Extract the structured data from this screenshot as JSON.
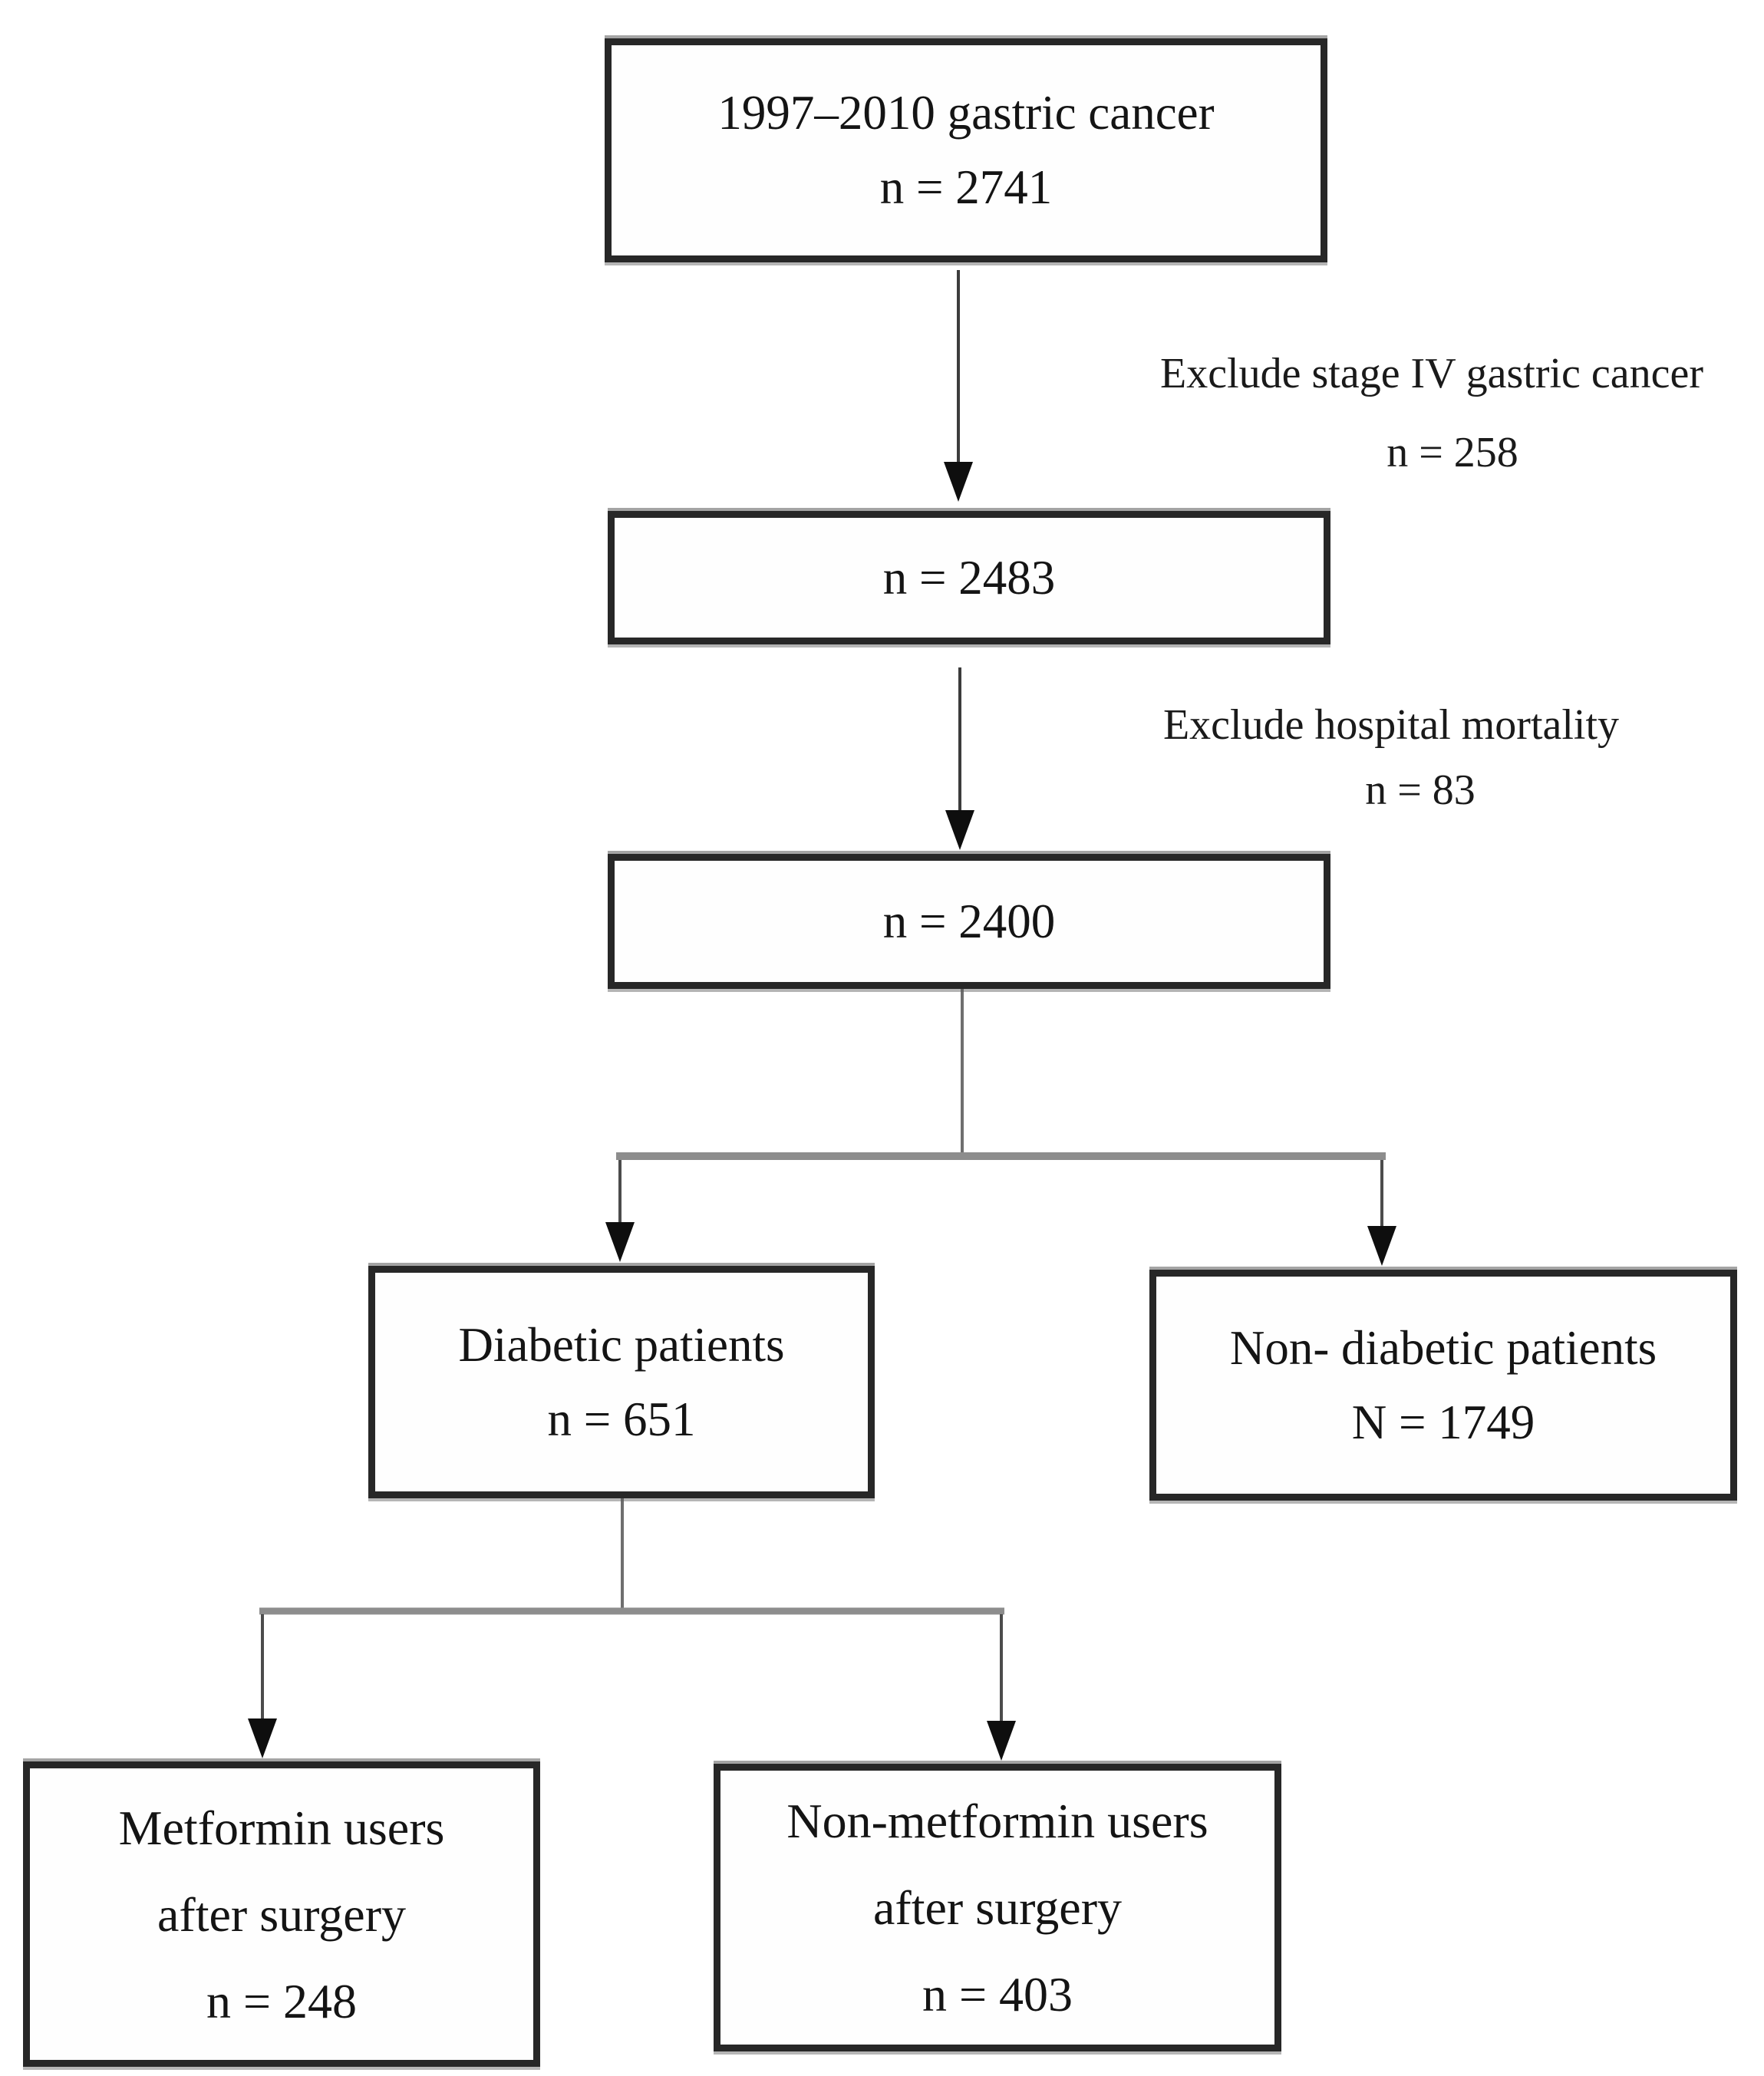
{
  "figure": {
    "type": "patient-selection-flowchart",
    "boxes": {
      "cohort": {
        "line1": "1997–2010 gastric cancer",
        "line2": "n = 2741"
      },
      "after_stage_exclusion": {
        "count": "n = 2483"
      },
      "after_mortality_exclusion": {
        "count": "n = 2400"
      },
      "diabetic": {
        "line1": "Diabetic patients",
        "line2": "n = 651"
      },
      "non_diabetic": {
        "line1": "Non- diabetic patients",
        "line2": "N = 1749"
      },
      "metformin": {
        "line1": "Metformin users",
        "line2": "after surgery",
        "line3": "n = 248"
      },
      "non_metformin": {
        "line1": "Non-metformin users",
        "line2": "after surgery",
        "line3": "n = 403"
      }
    },
    "annotations": {
      "exclude_stage_iv": {
        "line1": "Exclude stage IV gastric cancer",
        "line2": "n = 258"
      },
      "exclude_hospital_mortality": {
        "line1": "Exclude hospital mortality",
        "line2": "n = 83"
      }
    },
    "colors": {
      "background": "#ffffff",
      "box_border": "#272727",
      "text": "#141414",
      "arrow_shaft": "#3c3c3c",
      "branch_line": "#8d8d8d",
      "arrowhead": "#0e0e0e"
    }
  }
}
